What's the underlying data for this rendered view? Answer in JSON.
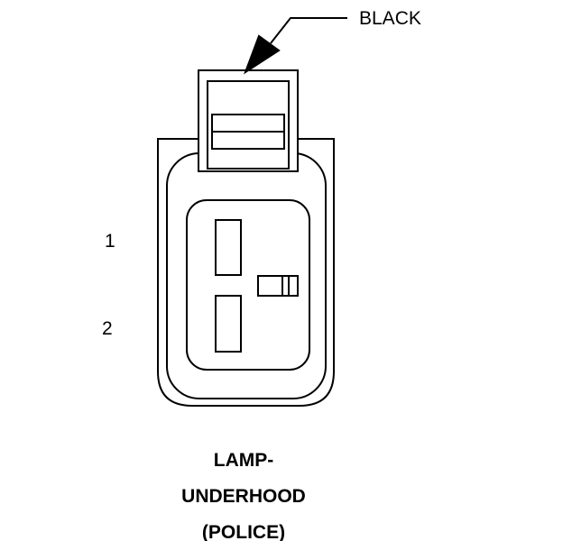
{
  "callout": {
    "color_label": "BLACK"
  },
  "pins": [
    {
      "number": "1"
    },
    {
      "number": "2"
    }
  ],
  "caption": {
    "line1": "LAMP-",
    "line2": "UNDERHOOD",
    "line3": "(POLICE)"
  },
  "colors": {
    "ink": "#000000",
    "paper": "#ffffff"
  }
}
